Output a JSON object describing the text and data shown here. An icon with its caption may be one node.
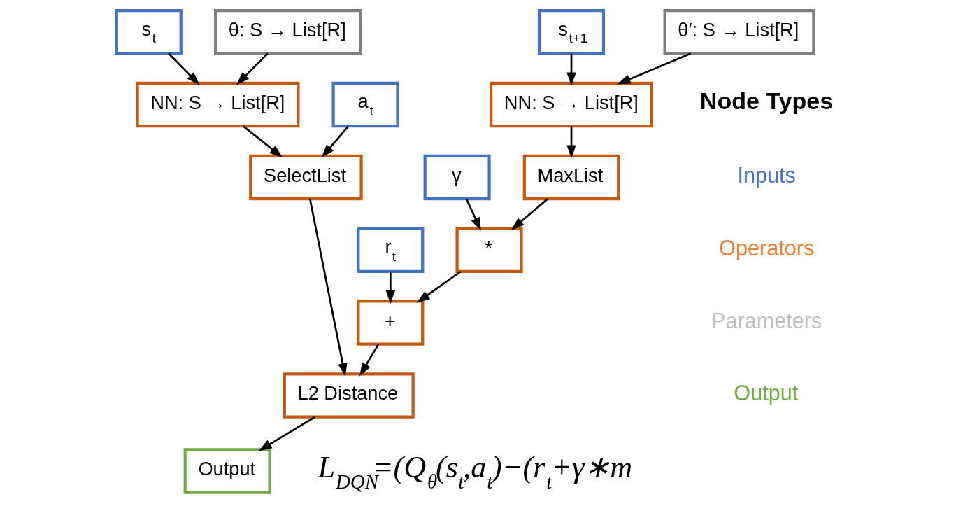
{
  "diagram": {
    "nodes": [
      {
        "text": [
          "s$_{t}$"
        ]
      },
      {
        "text": [
          "θ: S → List[R]"
        ]
      },
      {
        "text": [
          "s$_{t+1}$"
        ]
      },
      {
        "text": [
          "θ′: S → List[R]"
        ]
      },
      {
        "text": [
          "NN: S → List[R]"
        ]
      },
      {
        "text": [
          "a$_{t}$"
        ]
      },
      {
        "text": [
          "NN: S → List[R]"
        ]
      },
      {
        "text": [
          "SelectList"
        ]
      },
      {
        "text": [
          "γ"
        ]
      },
      {
        "text": [
          "MaxList"
        ]
      },
      {
        "text": [
          "r$_{t}$"
        ]
      },
      {
        "text": [
          "*"
        ]
      },
      {
        "text": [
          "+"
        ]
      },
      {
        "text": [
          "L2 Distance"
        ]
      },
      {
        "text": [
          "Output"
        ]
      }
    ],
    "edges": [
      {
        "from": 0,
        "to": 4,
        "arrow": "to"
      },
      {
        "from": 1,
        "to": 4,
        "arrow": "to"
      },
      {
        "from": 2,
        "to": 6,
        "arrow": "to"
      },
      {
        "from": 3,
        "to": 6,
        "arrow": "to"
      },
      {
        "from": 4,
        "to": 7,
        "arrow": "to"
      },
      {
        "from": 5,
        "to": 7,
        "arrow": "to"
      },
      {
        "from": 6,
        "to": 9,
        "arrow": "to"
      },
      {
        "from": 8,
        "to": 11,
        "arrow": "to"
      },
      {
        "from": 9,
        "to": 11,
        "arrow": "to"
      },
      {
        "from": 10,
        "to": 12,
        "arrow": "to"
      },
      {
        "from": 11,
        "to": 12,
        "arrow": "to"
      },
      {
        "from": 7,
        "to": 13,
        "arrow": "to"
      },
      {
        "from": 12,
        "to": 13,
        "arrow": "to"
      },
      {
        "from": 13,
        "to": 14,
        "arrow": "to"
      }
    ],
    "labels": [
      "Node Types",
      "L$_{DQN}$=(Q$_{θ}$(s$_{t}$,a$_{t}$)−(r$_{t}$+γ∗m"
    ],
    "legend": [
      {
        "text": "Inputs",
        "color": "#4472c4"
      },
      {
        "text": "Operators",
        "color": "#ed7d31"
      },
      {
        "text": "Parameters",
        "color": "#bfbfbf"
      },
      {
        "text": "Output",
        "color": "#70ad47"
      }
    ]
  }
}
